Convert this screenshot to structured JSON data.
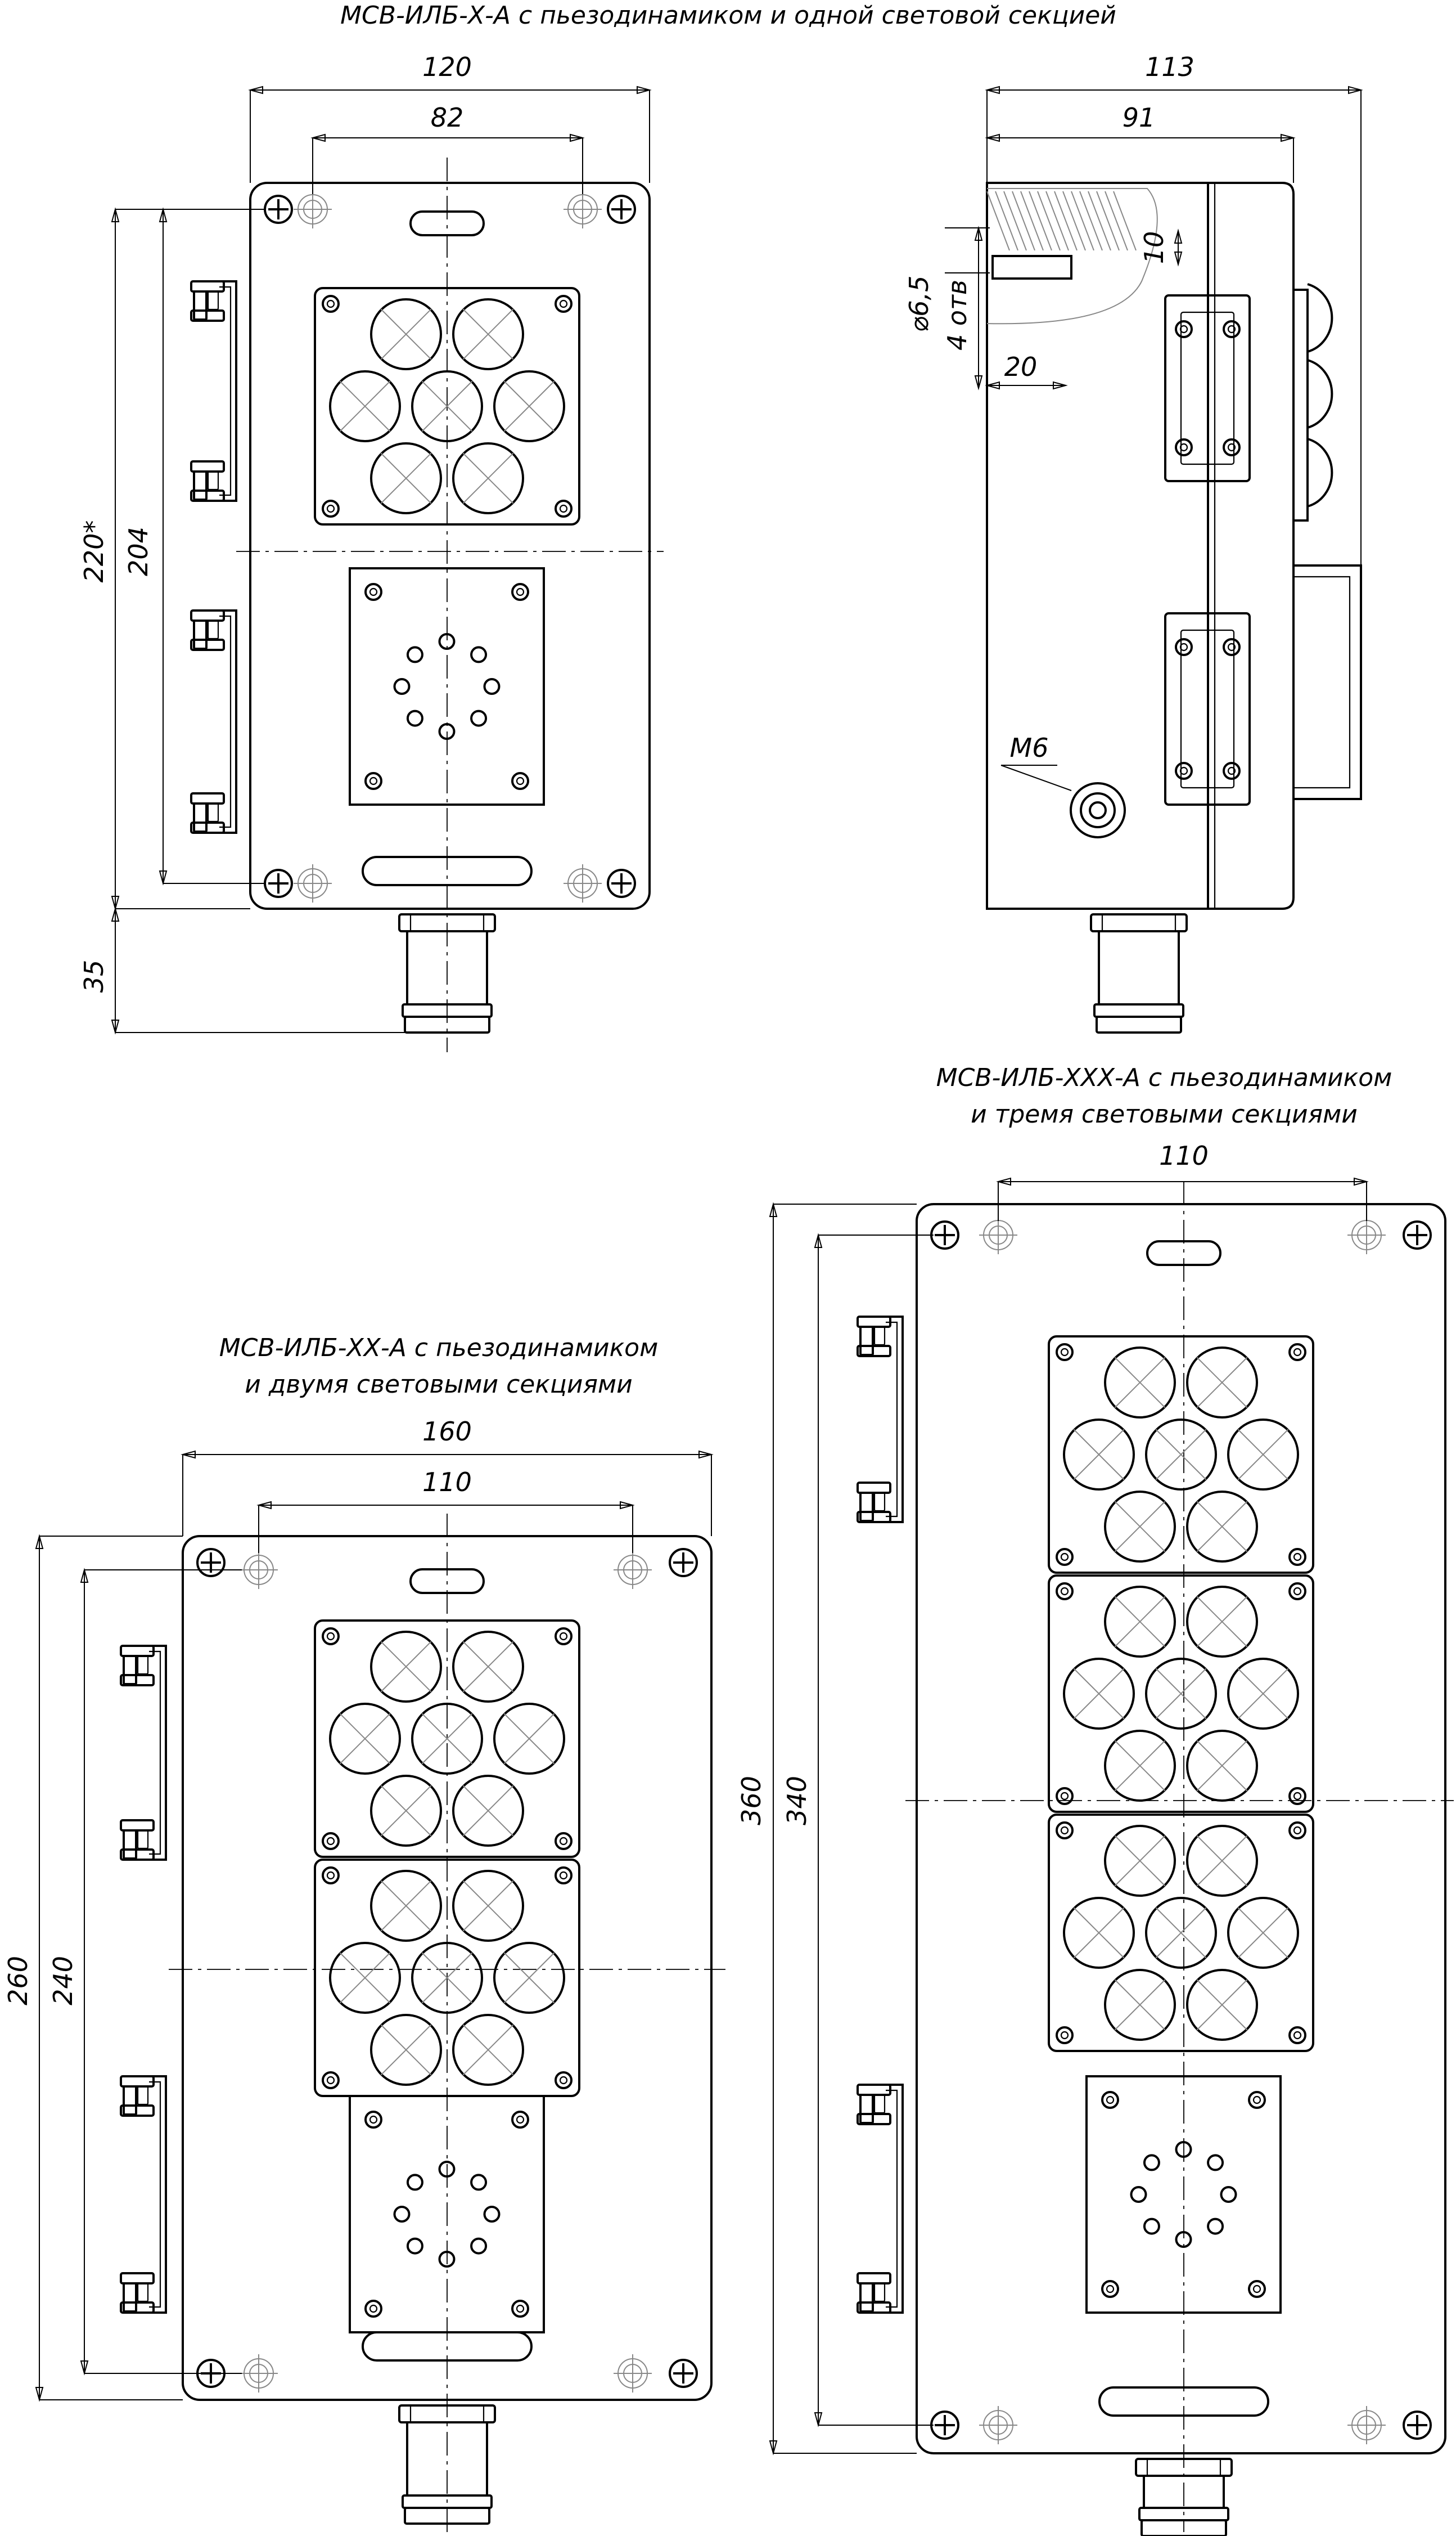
{
  "titles": {
    "view1": "МСВ-ИЛБ-Х-А с пьезодинамиком и одной световой секцией",
    "view2_l1": "МСВ-ИЛБ-ХХ-А с пьезодинамиком",
    "view2_l2": "и двумя световыми секциями",
    "view3_l1": "МСВ-ИЛБ-ХХХ-А с пьезодинамиком",
    "view3_l2": "и тремя световыми секциями"
  },
  "dims": {
    "v1_width": "120",
    "v1_holes": "82",
    "v1_height_total": "220*",
    "v1_height_holes": "204",
    "v1_gland": "35",
    "side_depth_total": "113",
    "side_depth_body": "91",
    "side_hole_dia": "⌀6,5",
    "side_hole_count": "4 отв",
    "side_wall": "10",
    "side_offset": "20",
    "side_ground": "M6",
    "v2_width": "160",
    "v2_holes": "110",
    "v2_height_total": "260",
    "v2_height_holes": "240",
    "v3_holes": "110",
    "v3_height_total": "360",
    "v3_height_holes": "340"
  }
}
